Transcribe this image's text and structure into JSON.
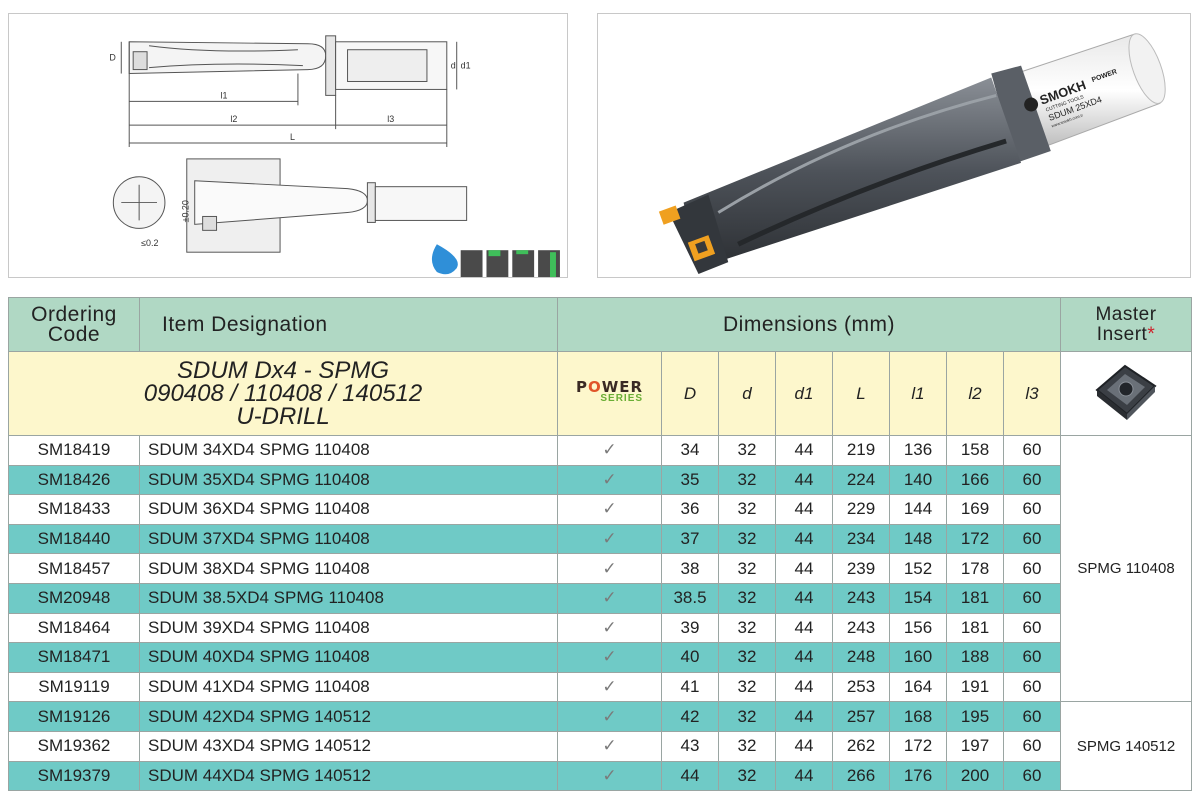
{
  "colors": {
    "header_bg": "#b0d8c4",
    "subheader_bg": "#fdf7cc",
    "row_teal": "#6fcac6",
    "accent_star": "#d0202a"
  },
  "drawing": {
    "dim_D": "D",
    "dim_d": "d",
    "dim_d1": "d1",
    "dim_l1": "l1",
    "dim_l2": "l2",
    "dim_l3": "l3",
    "dim_L": "L",
    "tol": "±0.20",
    "angle": "≤0.2",
    "icons": [
      "coolant-drop-icon",
      "insert-grade-icon",
      "insert-grade-icon",
      "insert-grade-icon",
      "insert-grade-icon"
    ]
  },
  "photo": {
    "brand": "SMOKH",
    "brand_sub": "CUTTING TOOLS",
    "power": "POWER",
    "marking": "SDUM 25XD4",
    "url": "www.smokh.com.tr"
  },
  "header": {
    "code_l1": "Ordering",
    "code_l2": "Code",
    "item": "Item Designation",
    "dims": "Dimensions (mm)",
    "master_l1": "Master",
    "master_l2": "Insert",
    "master_star": "*"
  },
  "subheader": {
    "title_l1": "SDUM Dx4 - SPMG",
    "title_l2": "090408 / 110408 / 140512",
    "title_l3": "U-DRILL",
    "power_word_a": "P",
    "power_word_o": "O",
    "power_word_b": "WER",
    "power_series": "SERIES",
    "cols": [
      "D",
      "d",
      "d1",
      "L",
      "l1",
      "l2",
      "l3"
    ],
    "insert_icon": "spmg-insert-icon"
  },
  "check_icon": "checkmark-icon",
  "rows": [
    {
      "code": "SM18419",
      "item": "SDUM 34XD4 SPMG 110408",
      "check": "✓",
      "D": "34",
      "d": "32",
      "d1": "44",
      "L": "219",
      "l1": "136",
      "l2": "158",
      "l3": "60"
    },
    {
      "code": "SM18426",
      "item": "SDUM 35XD4 SPMG 110408",
      "check": "✓",
      "D": "35",
      "d": "32",
      "d1": "44",
      "L": "224",
      "l1": "140",
      "l2": "166",
      "l3": "60"
    },
    {
      "code": "SM18433",
      "item": "SDUM 36XD4 SPMG 110408",
      "check": "✓",
      "D": "36",
      "d": "32",
      "d1": "44",
      "L": "229",
      "l1": "144",
      "l2": "169",
      "l3": "60"
    },
    {
      "code": "SM18440",
      "item": "SDUM 37XD4 SPMG 110408",
      "check": "✓",
      "D": "37",
      "d": "32",
      "d1": "44",
      "L": "234",
      "l1": "148",
      "l2": "172",
      "l3": "60"
    },
    {
      "code": "SM18457",
      "item": "SDUM 38XD4 SPMG 110408",
      "check": "✓",
      "D": "38",
      "d": "32",
      "d1": "44",
      "L": "239",
      "l1": "152",
      "l2": "178",
      "l3": "60"
    },
    {
      "code": "SM20948",
      "item": "SDUM 38.5XD4 SPMG 110408",
      "check": "✓",
      "D": "38.5",
      "d": "32",
      "d1": "44",
      "L": "243",
      "l1": "154",
      "l2": "181",
      "l3": "60"
    },
    {
      "code": "SM18464",
      "item": "SDUM 39XD4 SPMG 110408",
      "check": "✓",
      "D": "39",
      "d": "32",
      "d1": "44",
      "L": "243",
      "l1": "156",
      "l2": "181",
      "l3": "60"
    },
    {
      "code": "SM18471",
      "item": "SDUM 40XD4 SPMG 110408",
      "check": "✓",
      "D": "40",
      "d": "32",
      "d1": "44",
      "L": "248",
      "l1": "160",
      "l2": "188",
      "l3": "60"
    },
    {
      "code": "SM19119",
      "item": "SDUM 41XD4 SPMG 110408",
      "check": "✓",
      "D": "41",
      "d": "32",
      "d1": "44",
      "L": "253",
      "l1": "164",
      "l2": "191",
      "l3": "60"
    },
    {
      "code": "SM19126",
      "item": "SDUM 42XD4 SPMG 140512",
      "check": "✓",
      "D": "42",
      "d": "32",
      "d1": "44",
      "L": "257",
      "l1": "168",
      "l2": "195",
      "l3": "60"
    },
    {
      "code": "SM19362",
      "item": "SDUM 43XD4 SPMG 140512",
      "check": "✓",
      "D": "43",
      "d": "32",
      "d1": "44",
      "L": "262",
      "l1": "172",
      "l2": "197",
      "l3": "60"
    },
    {
      "code": "SM19379",
      "item": "SDUM 44XD4 SPMG 140512",
      "check": "✓",
      "D": "44",
      "d": "32",
      "d1": "44",
      "L": "266",
      "l1": "176",
      "l2": "200",
      "l3": "60"
    }
  ],
  "master_groups": [
    {
      "label": "SPMG 110408",
      "row_count": 9
    },
    {
      "label": "SPMG 140512",
      "row_count": 3
    }
  ]
}
